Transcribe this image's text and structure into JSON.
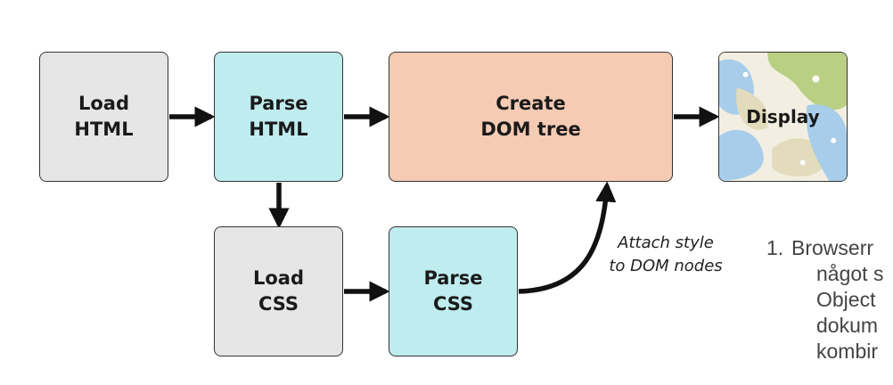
{
  "colors": {
    "gray_box": "#e6e6e6",
    "cyan_box": "#bfecef",
    "salmon_box": "#f5cbb4",
    "arrow": "#111111",
    "display_blue": "#a8cdea",
    "display_green": "#b9cf83",
    "display_tan": "#e3dcbc"
  },
  "diagram": {
    "nodes": [
      {
        "id": "load_html",
        "label": "Load\nHTML"
      },
      {
        "id": "parse_html",
        "label": "Parse\nHTML"
      },
      {
        "id": "create_dom",
        "label": "Create\nDOM tree"
      },
      {
        "id": "display",
        "label": "Display",
        "icon": "abstract-pattern"
      },
      {
        "id": "load_css",
        "label": "Load\nCSS"
      },
      {
        "id": "parse_css",
        "label": "Parse\nCSS"
      }
    ],
    "edges": [
      {
        "from": "load_html",
        "to": "parse_html"
      },
      {
        "from": "parse_html",
        "to": "create_dom"
      },
      {
        "from": "create_dom",
        "to": "display"
      },
      {
        "from": "parse_html",
        "to": "load_css"
      },
      {
        "from": "load_css",
        "to": "parse_css"
      },
      {
        "from": "parse_css",
        "to": "create_dom",
        "label": "Attach style\nto DOM nodes"
      }
    ]
  },
  "side_text": {
    "number": "1.",
    "lines": [
      "Browserr",
      "något s",
      "Object",
      "dokum",
      "kombir"
    ]
  }
}
